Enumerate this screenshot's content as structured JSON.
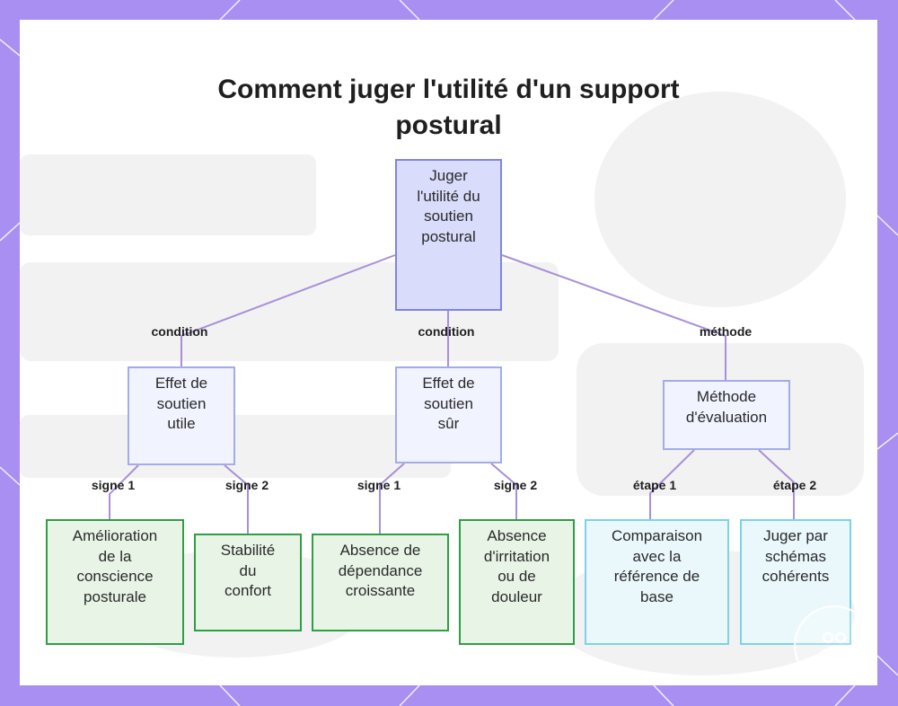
{
  "title": [
    "Comment juger l'utilité d'un support",
    "postural"
  ],
  "colors": {
    "frame": "#a98ff2",
    "connector": "#a98fd9",
    "root_fill": "#d9dcfb",
    "condition_fill": "#f1f3ff",
    "sign_border": "#2f9e44",
    "step_border": "#7ad3ea"
  },
  "nodes": {
    "root": [
      "Juger",
      "l'utilité du",
      "soutien",
      "postural"
    ],
    "effet_utile": [
      "Effet de",
      "soutien",
      "utile"
    ],
    "effet_sur": [
      "Effet de",
      "soutien",
      "sûr"
    ],
    "methode": [
      "Méthode",
      "d'évaluation"
    ],
    "amelioration": [
      "Amélioration",
      "de la",
      "conscience",
      "posturale"
    ],
    "stabilite": [
      "Stabilité",
      "du",
      "confort"
    ],
    "absence_dependance": [
      "Absence de",
      "dépendance",
      "croissante"
    ],
    "absence_irritation": [
      "Absence",
      "d'irritation",
      "ou de",
      "douleur"
    ],
    "comparaison": [
      "Comparaison",
      "avec la",
      "référence de",
      "base"
    ],
    "juger_schemas": [
      "Juger par",
      "schémas",
      "cohérents"
    ]
  },
  "edge_labels": {
    "root_to_utile": "condition",
    "root_to_sur": "condition",
    "root_to_methode": "méthode",
    "utile_to_amelioration": "signe 1",
    "utile_to_stabilite": "signe 2",
    "sur_to_dependance": "signe 1",
    "sur_to_irritation": "signe 2",
    "methode_to_comparaison": "étape 1",
    "methode_to_schemas": "étape 2"
  },
  "icons": {
    "badge": "community-badge-icon"
  }
}
